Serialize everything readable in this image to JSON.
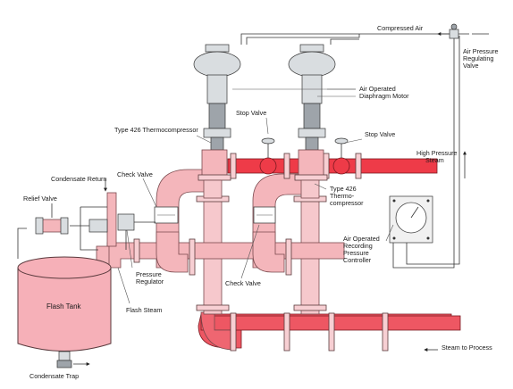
{
  "labels": {
    "compressed_air": "Compressed Air",
    "air_pressure_valve_1": "Air Pressure",
    "air_pressure_valve_2": "Regulating",
    "air_pressure_valve_3": "Valve",
    "air_operated_motor_1": "Air Operated",
    "air_operated_motor_2": "Diaphragm Motor",
    "type426_main": "Type 426 Thermocompressor",
    "stop_valve_left": "Stop Valve",
    "stop_valve_right": "Stop Valve",
    "high_pressure_1": "High Pressure",
    "high_pressure_2": "Steam",
    "condensate_return": "Condensate Return",
    "relief_valve": "Relief Valve",
    "check_valve_top": "Check Valve",
    "type426_right_1": "Type 426",
    "type426_right_2": "Thermo-",
    "type426_right_3": "compressor",
    "air_operated_ctrl_1": "Air Operated",
    "air_operated_ctrl_2": "Recording",
    "air_operated_ctrl_3": "Pressure",
    "air_operated_ctrl_4": "Controller",
    "pressure_regulator_1": "Pressure",
    "pressure_regulator_2": "Regulator",
    "check_valve_bottom": "Check Valve",
    "flash_tank": "Flash Tank",
    "flash_steam": "Flash Steam",
    "steam_to_process": "Steam to Process",
    "condensate_trap": "Condensate Trap"
  },
  "colors": {
    "high_pressure_steam": "#ee3b48",
    "low_pressure_steam": "#f4b6bb",
    "tank": "#f6b0b8"
  }
}
